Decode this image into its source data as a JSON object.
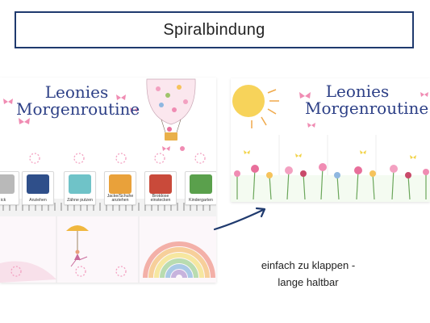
{
  "header": {
    "title": "Spiralbindung"
  },
  "left_page": {
    "title_line1": "Leonies",
    "title_line2": "Morgenroutine",
    "cards": [
      {
        "label": "ick",
        "color": "#b9b9b9"
      },
      {
        "label": "Anziehen",
        "color": "#2f4f8a"
      },
      {
        "label": "Zähne putzen",
        "color": "#6fc3c8"
      },
      {
        "label": "Jacke/Schuhe anziehen",
        "color": "#e9a13a"
      },
      {
        "label": "Brotdose einstecken",
        "color": "#c94a3a"
      },
      {
        "label": "Kindergarten",
        "color": "#5aa04c"
      }
    ]
  },
  "right_page": {
    "title_line1": "Leonies",
    "title_line2": "Morgenroutine"
  },
  "caption": {
    "line1": "einfach zu klappen -",
    "line2": "lange haltbar"
  },
  "colors": {
    "brand_blue": "#2c3f86",
    "accent_pink": "#f3a1c1",
    "arrow_blue": "#1f3a6e"
  }
}
